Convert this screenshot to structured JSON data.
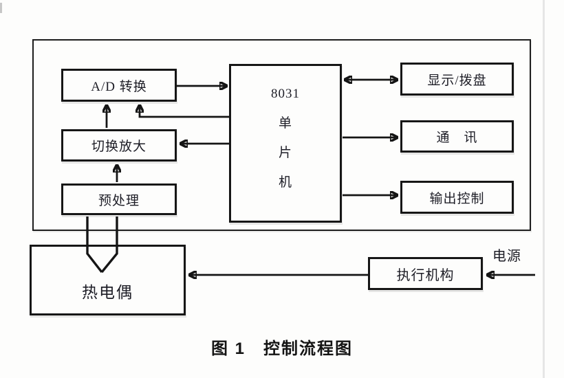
{
  "figure": {
    "caption": "图 1　控制流程图",
    "blocks": {
      "ad_converter": "A/D 转换",
      "switch_amplifier": "切换放大",
      "preprocessor": "预处理",
      "mcu": {
        "lines": [
          "8031",
          "单",
          "片",
          "机"
        ]
      },
      "display_dial": "显示/拨盘",
      "communication": "通　讯",
      "output_control": "输出控制",
      "thermocouple": "热电偶",
      "actuator": "执行机构",
      "power_label": "电源"
    },
    "connections": [
      {
        "from": "A/D 转换",
        "to": "8031 单片机",
        "arrow": "single"
      },
      {
        "from": "8031 单片机",
        "to": "A/D 转换",
        "arrow": "single"
      },
      {
        "from": "切换放大",
        "to": "A/D 转换",
        "arrow": "single"
      },
      {
        "from": "8031 单片机",
        "to": "切换放大",
        "arrow": "single"
      },
      {
        "from": "预处理",
        "to": "切换放大",
        "arrow": "single"
      },
      {
        "from": "8031 单片机",
        "to": "显示/拨盘",
        "arrow": "double"
      },
      {
        "from": "8031 单片机",
        "to": "通讯",
        "arrow": "single"
      },
      {
        "from": "8031 单片机",
        "to": "输出控制",
        "arrow": "single"
      },
      {
        "from": "预处理",
        "to": "热电偶",
        "arrow": "probe"
      },
      {
        "from": "执行机构",
        "to": "热电偶",
        "arrow": "single"
      },
      {
        "from": "电源",
        "to": "执行机构",
        "arrow": "single"
      }
    ],
    "colors": {
      "line": "#151515",
      "text": "#1d1d26",
      "paper": "#fdfdfc"
    }
  }
}
